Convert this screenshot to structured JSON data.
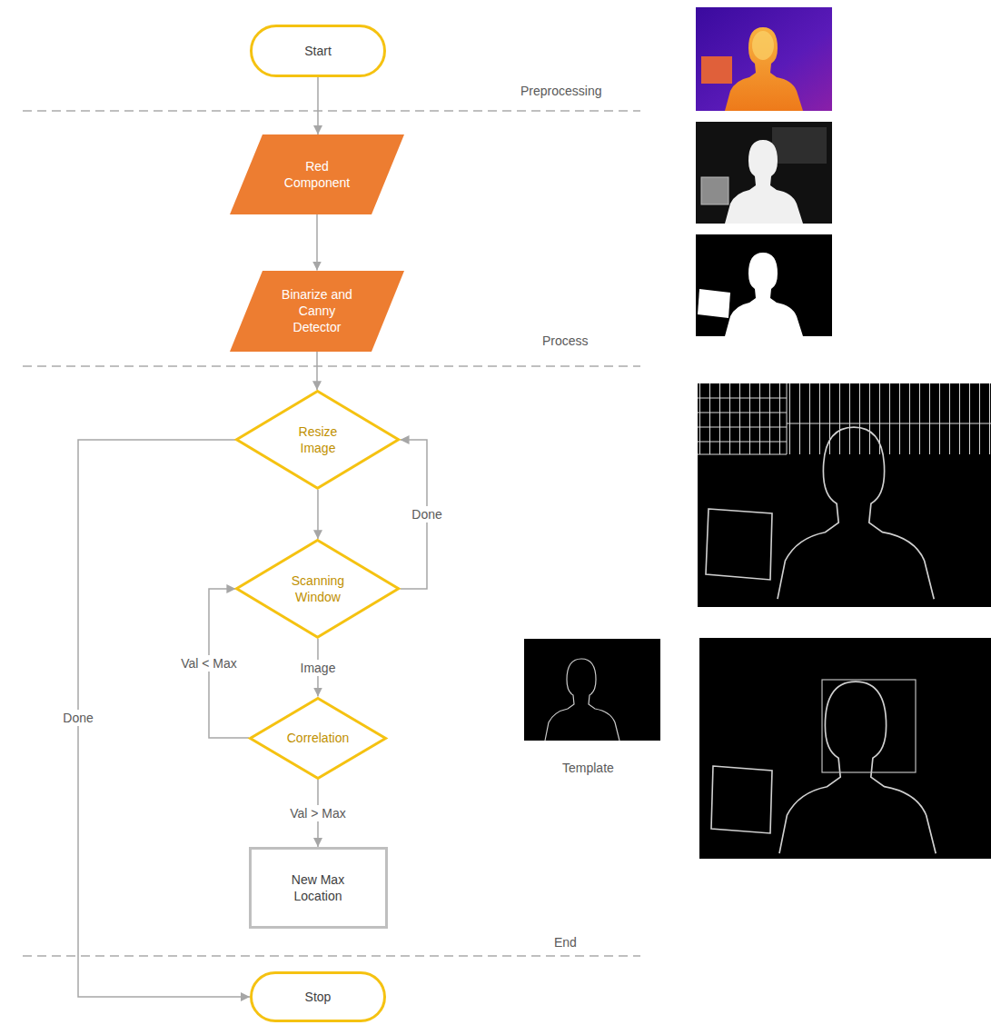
{
  "diagram": {
    "nodes": [
      {
        "text": [
          "Start"
        ]
      },
      {
        "text": [
          "Red Component"
        ]
      },
      {
        "text": [
          "Binarize and Canny Detector"
        ]
      },
      {
        "text": [
          "Resize Image"
        ]
      },
      {
        "text": [
          "Scanning Window"
        ]
      },
      {
        "text": [
          "Correlation"
        ]
      },
      {
        "text": [
          "New Max Location"
        ]
      },
      {
        "text": [
          "Stop"
        ]
      }
    ],
    "edges": [
      {
        "from": 0,
        "to": 1,
        "arrow": "to"
      },
      {
        "from": 1,
        "to": 2,
        "arrow": "to"
      },
      {
        "from": 2,
        "to": 3,
        "arrow": "to"
      },
      {
        "from": 3,
        "to": 4,
        "arrow": "to"
      },
      {
        "from": 4,
        "to": 3,
        "label": "Done",
        "arrow": "to"
      },
      {
        "from": 4,
        "to": 5,
        "label": "Image",
        "arrow": "to"
      },
      {
        "from": 5,
        "to": 4,
        "label": "Val < Max",
        "arrow": "to"
      },
      {
        "from": 5,
        "to": 6,
        "label": "Val > Max",
        "arrow": "to"
      },
      {
        "from": 3,
        "to": 7,
        "label": "Done",
        "arrow": "to"
      }
    ],
    "labels": [
      "Preprocessing",
      "Process",
      "End",
      "Template"
    ]
  }
}
